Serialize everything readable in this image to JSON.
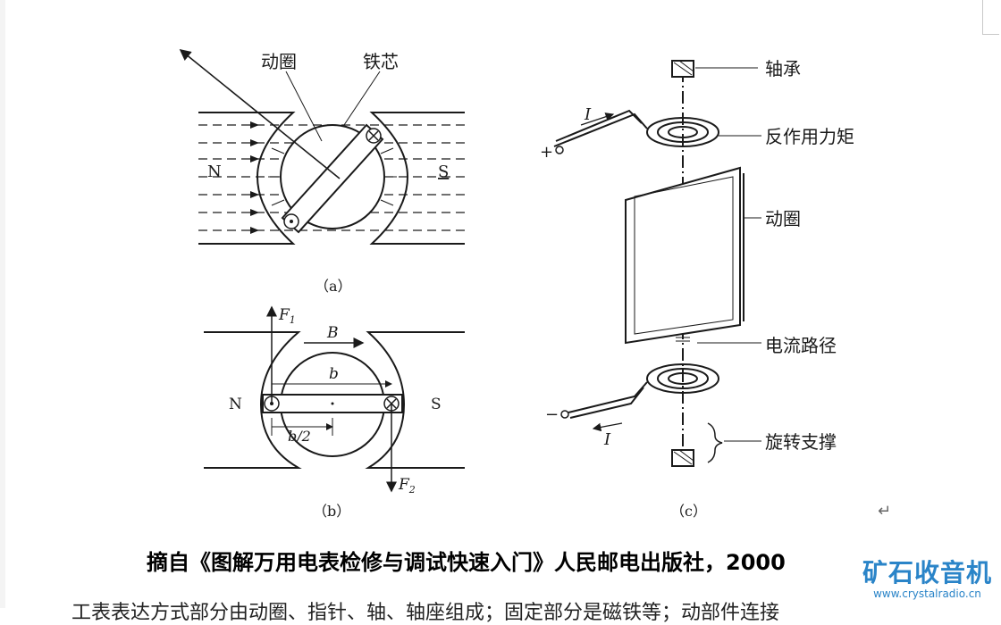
{
  "figure": {
    "a": {
      "label_coil": "动圈",
      "label_core": "铁芯",
      "label_n": "N",
      "label_s": "S",
      "caption": "（a）"
    },
    "b": {
      "label_f1": "F",
      "label_f1_sub": "1",
      "label_b_field": "B",
      "label_b_width": "b",
      "label_half_b": "b/2",
      "label_n": "N",
      "label_s": "S",
      "label_f2": "F",
      "label_f2_sub": "2",
      "caption": "（b）"
    },
    "c": {
      "label_bearing": "轴承",
      "label_spring": "反作用力矩",
      "label_coil": "动圈",
      "label_current_path": "电流路径",
      "label_support": "旋转支撑",
      "label_current_top": "I",
      "label_current_bottom": "I",
      "label_plus": "+",
      "label_minus": "−",
      "caption": "（c）"
    }
  },
  "return_mark": "↵",
  "caption": "摘自《图解万用电表检修与调试快速入门》人民邮电出版社，2000",
  "watermark": {
    "title": "矿石收音机",
    "url": "www.crystalradio.cn"
  },
  "body_text": "工表表达方式部分由动圈、指针、轴、轴座组成；固定部分是磁铁等；动部件连接"
}
